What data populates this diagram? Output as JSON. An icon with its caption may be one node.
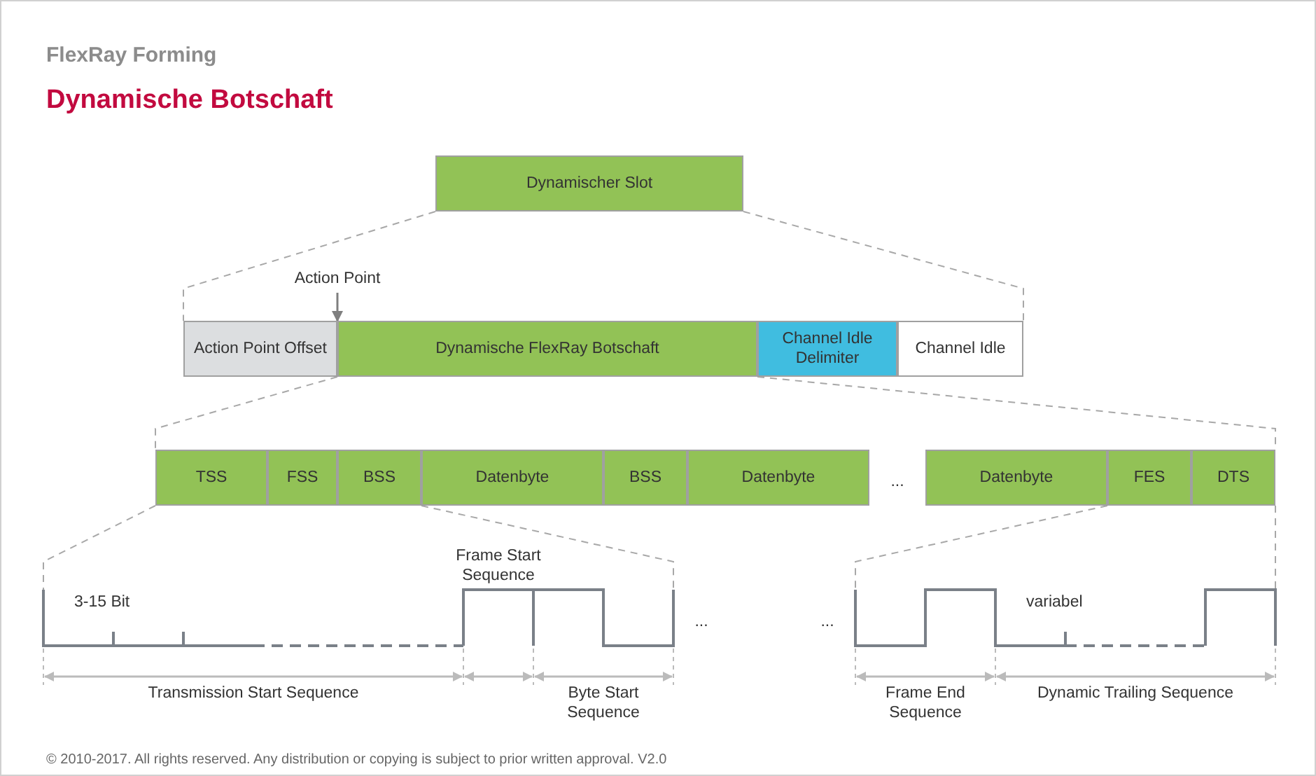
{
  "diagram": {
    "title": "Dynamische Botschaft",
    "nodes": [
      {
        "text": [
          "Dynamischer Slot"
        ]
      },
      {
        "text": [
          "Action Point Offset"
        ]
      },
      {
        "text": [
          "Dynamische FlexRay Botschaft"
        ]
      },
      {
        "text": [
          "Channel Idle Delimiter"
        ]
      },
      {
        "text": [
          "Channel Idle"
        ]
      },
      {
        "text": [
          "TSS"
        ]
      },
      {
        "text": [
          "FSS"
        ]
      },
      {
        "text": [
          "BSS"
        ]
      },
      {
        "text": [
          "Datenbyte"
        ]
      },
      {
        "text": [
          "BSS"
        ]
      },
      {
        "text": [
          "Datenbyte"
        ]
      },
      {
        "text": [
          "Datenbyte"
        ]
      },
      {
        "text": [
          "FES"
        ]
      },
      {
        "text": [
          "DTS"
        ]
      },
      {
        "text": [
          "Action Point"
        ]
      }
    ],
    "edges": [
      {
        "from": 14,
        "to": 2,
        "arrow": "to"
      },
      {
        "from": 0,
        "to": 1,
        "arrow": "none",
        "style": "dashed"
      },
      {
        "from": 0,
        "to": 4,
        "arrow": "none",
        "style": "dashed"
      },
      {
        "from": 2,
        "to": 5,
        "arrow": "none",
        "style": "dashed"
      },
      {
        "from": 2,
        "to": 13,
        "arrow": "none",
        "style": "dashed"
      }
    ],
    "labels": [
      "FlexRay Forming",
      "...",
      "Frame Start Sequence",
      "3-15 Bit",
      "...",
      "...",
      "variabel",
      "Transmission Start Sequence",
      "Byte Start Sequence",
      "Frame End Sequence",
      "Dynamic Trailing Sequence",
      "© 2010-2017. All rights reserved. Any distribution or copying is subject to prior written approval. V2.0"
    ]
  }
}
